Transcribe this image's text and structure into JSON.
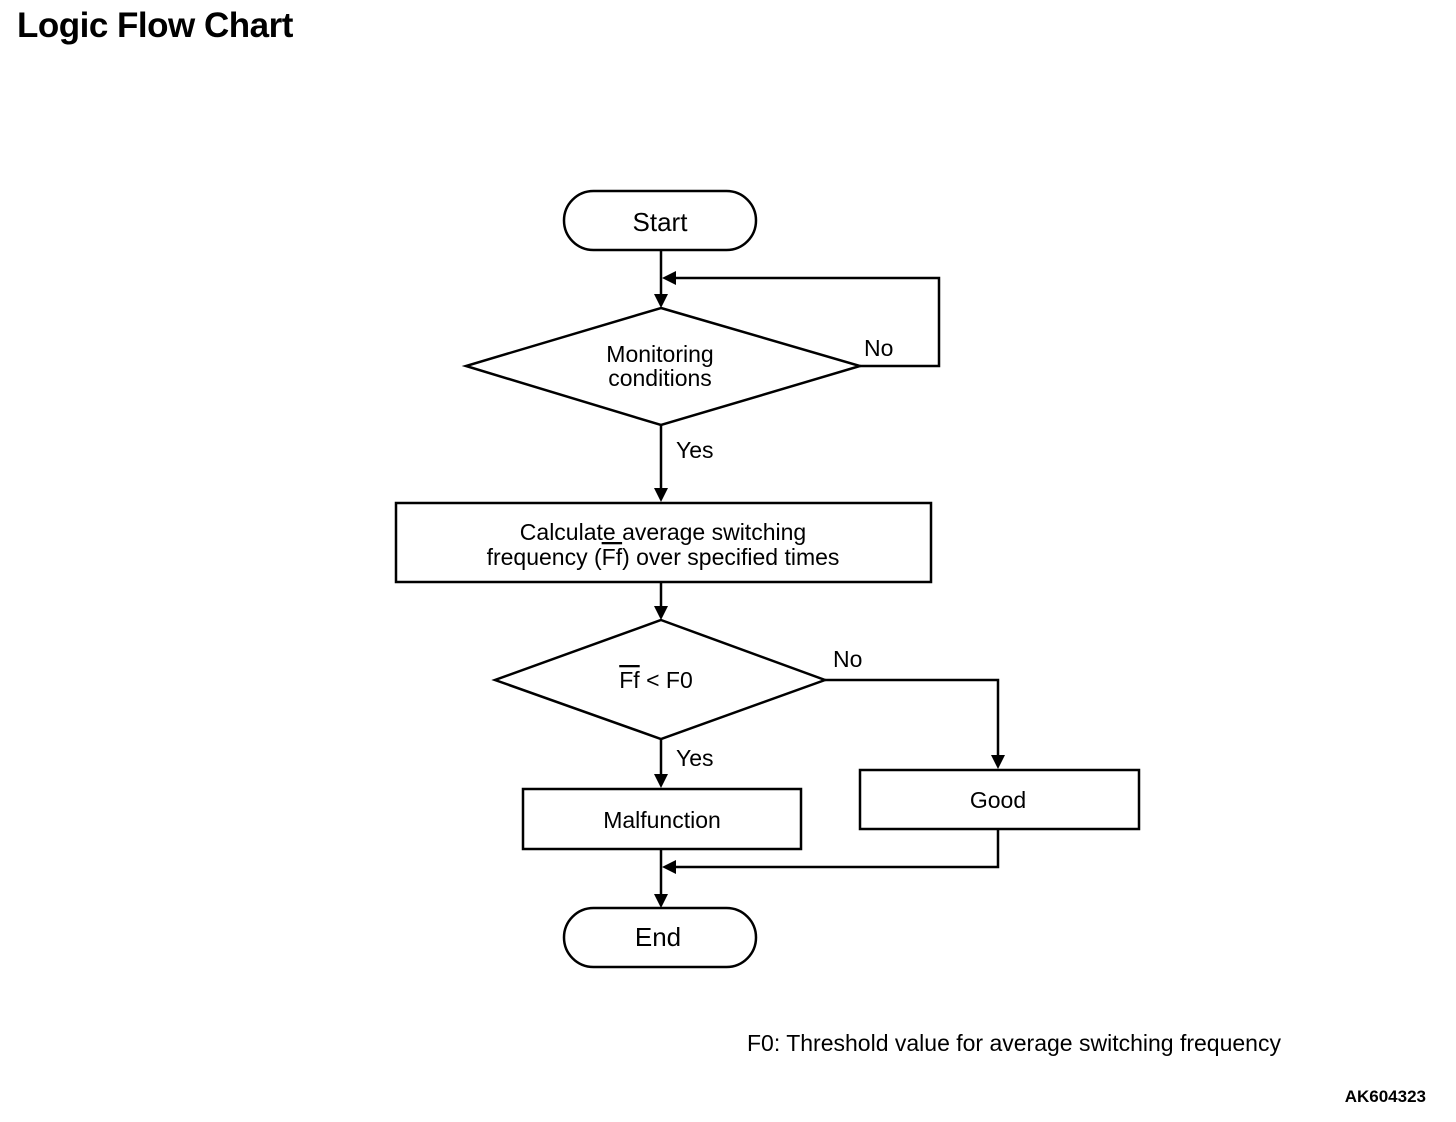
{
  "title": "Logic Flow Chart",
  "nodes": {
    "start": "Start",
    "monitoring": {
      "line1": "Monitoring",
      "line2": "conditions"
    },
    "calculate": {
      "line1": "Calculate average switching",
      "line2_before": "frequency (",
      "line2_symbol": "Ff",
      "line2_after": ") over specified times"
    },
    "compare": {
      "symbol": "Ff",
      "rest": " < F0"
    },
    "malfunction": "Malfunction",
    "good": "Good",
    "end": "End"
  },
  "edges": {
    "monitoring_no": "No",
    "monitoring_yes": "Yes",
    "compare_no": "No",
    "compare_yes": "Yes"
  },
  "footnote": "F0: Threshold value for average switching frequency",
  "figure_id": "AK604323"
}
